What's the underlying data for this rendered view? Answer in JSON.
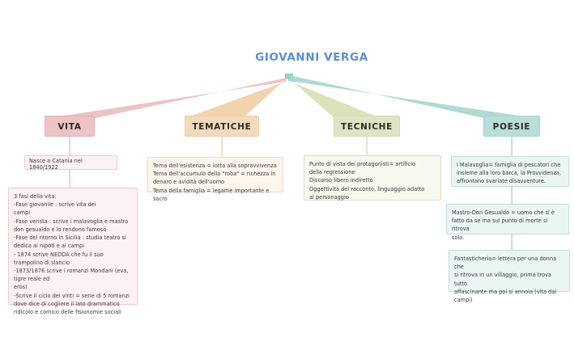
{
  "title": "GIOVANNI VERGA",
  "colors": {
    "title": "#5b8fd4",
    "vita": "#eec3c5",
    "tematiche": "#f3dabb",
    "tecniche": "#e0e3c2",
    "poesie": "#b9ded8"
  },
  "branches": {
    "vita": {
      "label": "VITA",
      "nascita": "Nasce a Catania nel 1840/1922",
      "fasi": "3 fasi della vita:\n-Fase giovanile : scrive vita dei\ncampi\n-Fase verista : scrive i malavoglia e mastro\ndon gesualdo e lo rendono famoso\n-Fase del ritorno in Sicilia : studia teatro si\ndedica ai nipoti e ai campi\n - 1874 scrive NEDDA che fu il suo\ntrampolino di slancio\n-1873/1876 scrive i romanzi Mondani (eva,\ntigre reale ed\neros)\n-Scrive il ciclo dei vinti = serie di 5 romanzi\ndove dice di cogliere il lato drammatico\nridicolo e comico delle fisionomie sociali"
    },
    "tematiche": {
      "label": "TEMATICHE",
      "content": "Tema dell'esistenza = lotta alla sopravvivenza\nTema dell'accumulo della \"roba\" = richezza in\ndenaro e avidità dell'uomo\nTema della famiglia = legame importante e sacro"
    },
    "tecniche": {
      "label": "TECNICHE",
      "content": "Punto di vista dei protagonisti= artificio\ndella regressione\nDiscorso libero indiretto\nOggettività del racconto, linguaggio adatto\nal personaggio"
    },
    "poesie": {
      "label": "POESIE",
      "malavoglia": "I Malavoglia= famiglia di pescatori che\ninsieme alla loro barca, la Provvidenza,\naffrontano svariate disavventure.",
      "gesualdo": "Mastro-Don Gesualdo = uomo che si è\nfatto da se ma sul punto di morte si ritrova\nsolo.",
      "fantasticheria": "Fantasticheria= lettera per una donna che\nsi ritrova in un villaggio, prima trova tutto\naffascinante ma poi si annoia (vita dai\ncampi)"
    }
  }
}
